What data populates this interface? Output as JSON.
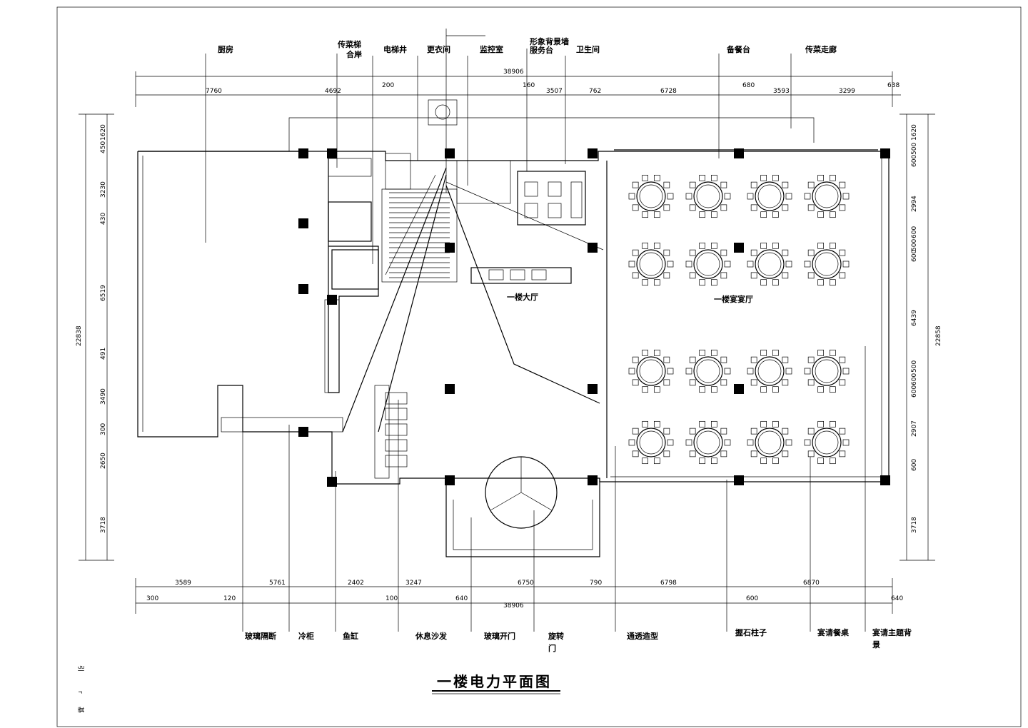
{
  "title": "一楼电力平面图",
  "top_labels": [
    "厨房",
    "传菜梯",
    "合岸",
    "电梯井",
    "更衣间",
    "监控室",
    "形象背景墙",
    "服务台",
    "卫生间",
    "备餐台",
    "传菜走廊"
  ],
  "bottom_labels": [
    "玻璃隔断",
    "冷柜",
    "鱼缸",
    "休息沙发",
    "玻璃开门",
    "旋转",
    "门",
    "通透造型",
    "握石柱子",
    "宴请餐桌",
    "宴请主题背",
    "景"
  ],
  "room_labels": {
    "lobby": "一楼大厅",
    "banquet": "一楼宴宴厅"
  },
  "top_total": "38906",
  "bottom_total": "38906",
  "top_dims": [
    "7760",
    "4692",
    "200",
    "160",
    "3507",
    "762",
    "6728",
    "680",
    "3593",
    "3299",
    "638"
  ],
  "bottom_dims_row1": [
    "3589",
    "5761",
    "2402",
    "3247",
    "6750",
    "790",
    "6798",
    "6870"
  ],
  "bottom_dims_row2": [
    "300",
    "120",
    "100",
    "640",
    "600",
    "640"
  ],
  "left_total": "22838",
  "left_dims": [
    "1620",
    "450",
    "3230",
    "430",
    "6519",
    "491",
    "3490",
    "300",
    "2650",
    "3718"
  ],
  "right_total": "22858",
  "right_dims": [
    "1620",
    "500",
    "600",
    "2994",
    "600",
    "500",
    "600",
    "6439",
    "500",
    "600",
    "600",
    "2907",
    "600",
    "3718"
  ],
  "left_margin_marks": [
    "引",
    "r",
    "基"
  ]
}
